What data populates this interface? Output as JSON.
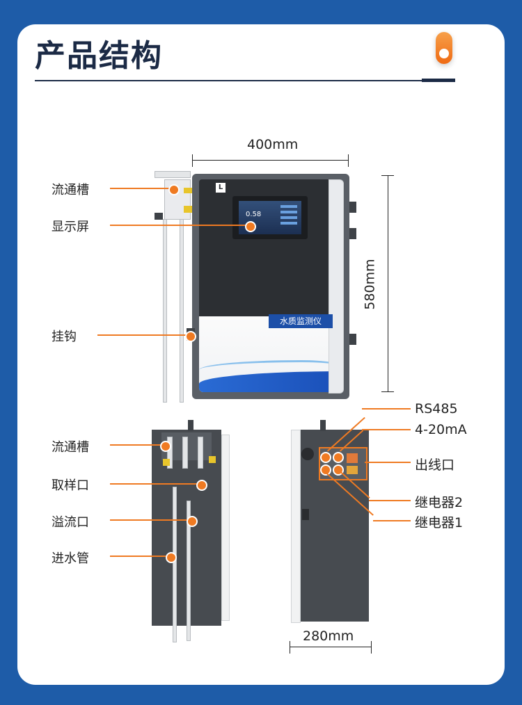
{
  "title": "产品结构",
  "front": {
    "width_label": "400mm",
    "height_label": "580mm",
    "labels": {
      "flow_cell": "流通槽",
      "display": "显示屏",
      "hook": "挂钩"
    },
    "device_badge": "水质监测仪",
    "screen_value": "0.58"
  },
  "side": {
    "labels": {
      "flow_cell": "流通槽",
      "sampling_port": "取样口",
      "overflow_port": "溢流口",
      "inlet_pipe": "进水管"
    }
  },
  "back": {
    "depth_label": "280mm",
    "labels": {
      "rs485": "RS485",
      "analog": "4-20mA",
      "outlet": "出线口",
      "relay2": "继电器2",
      "relay1": "继电器1"
    }
  },
  "colors": {
    "background": "#1e5ca8",
    "accent": "#ef7a22",
    "title": "#1b2a45"
  }
}
